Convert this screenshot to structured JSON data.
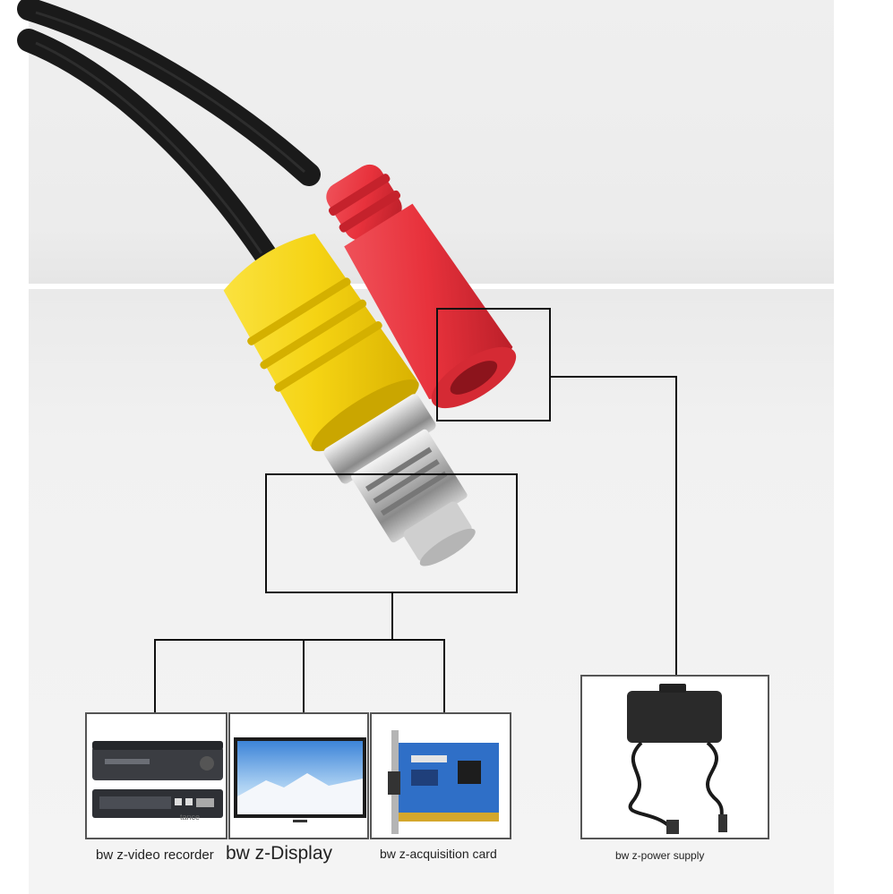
{
  "colors": {
    "cable": "#1a1a1a",
    "red_plug": "#e8323c",
    "yellow_plug": "#f5d313",
    "frame": "#111111",
    "label_text": "#222222"
  },
  "labels": {
    "video_recorder": "bw z-video recorder",
    "display": "bw z-Display",
    "acquisition_card": "bw z-acquisition card",
    "power_supply": "bw z-power supply"
  },
  "recorder_tag": "tance"
}
